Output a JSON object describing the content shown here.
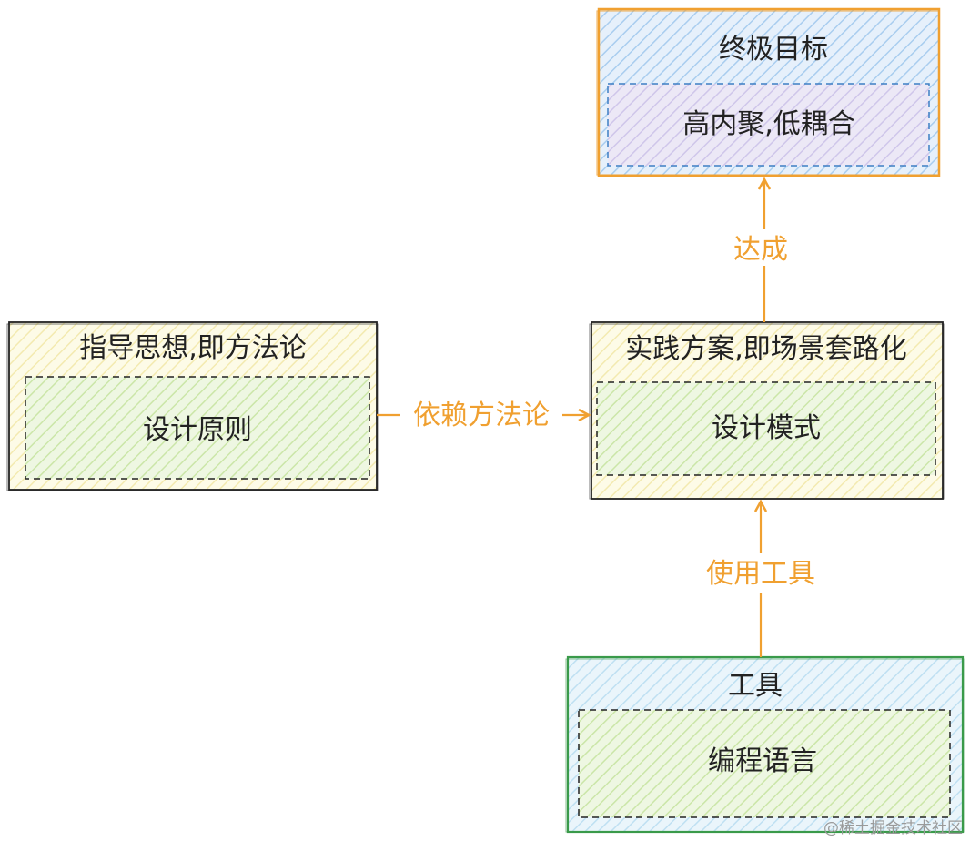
{
  "nodes": {
    "goal": {
      "title": "终极目标",
      "inner": "高内聚,低耦合"
    },
    "principle": {
      "title": "指导思想,即方法论",
      "inner": "设计原则"
    },
    "practice": {
      "title": "实践方案,即场景套路化",
      "inner": "设计模式"
    },
    "tool": {
      "title": "工具",
      "inner": "编程语言"
    }
  },
  "edges": {
    "practice_to_goal": "达成",
    "principle_to_practice": "依赖方法论",
    "tool_to_practice": "使用工具"
  },
  "watermark": "@稀土掘金技术社区",
  "colors": {
    "goal_border": "#f0a030",
    "goal_fill": "#cfe3f7",
    "goal_inner_border": "#3d7fc4",
    "goal_inner_fill": "#ddd8f0",
    "yellow_fill": "#fbf7d2",
    "green_inner_fill": "#dcefc4",
    "dark_border": "#222222",
    "tool_border": "#3a9a4a",
    "tool_fill": "#d8ecf8",
    "tool_inner_fill": "#e4f1cf",
    "arrow": "#f0a030"
  }
}
